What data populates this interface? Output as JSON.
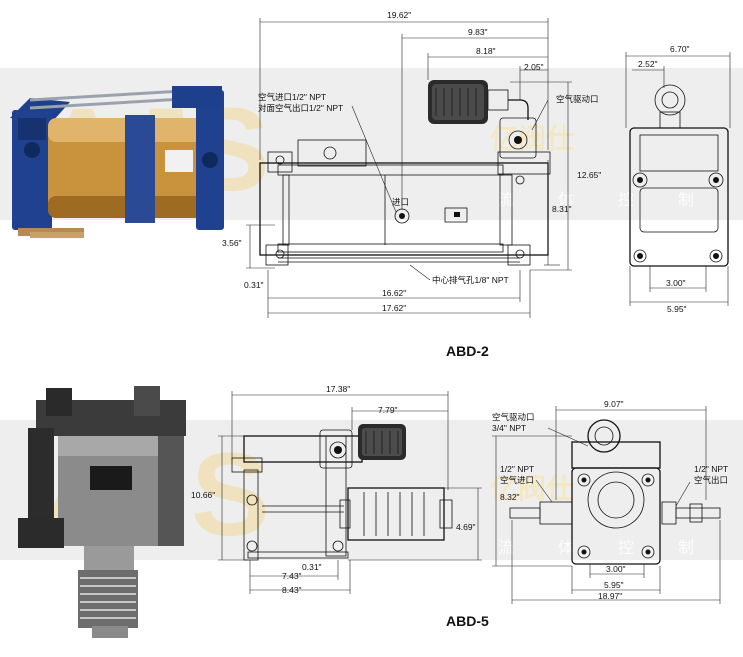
{
  "watermark": {
    "letters": "AJS",
    "brand_cn": "亿阀仕",
    "slogan_cn": [
      "流",
      "体",
      "控",
      "制"
    ]
  },
  "abd2": {
    "title": "ABD-2",
    "dims": {
      "overall_top": "19.62\"",
      "d983": "9.83\"",
      "d818": "8.18\"",
      "d205": "2.05\"",
      "d356": "3.56\"",
      "d031": "0.31\"",
      "d1662": "16.62\"",
      "d1762": "17.62\"",
      "d831": "8.31\"",
      "d1265": "12.65\"",
      "side_top": "6.70\"",
      "side_252": "2.52\"",
      "side_300": "3.00\"",
      "side_595": "5.95\""
    },
    "labels": {
      "air_inlet": "空气进口1/2\" NPT",
      "opposite_outlet": "对面空气出口1/2\" NPT",
      "air_drive": "空气驱动口",
      "inlet": "进口",
      "center_vent": "中心排气孔1/8\" NPT"
    }
  },
  "abd5": {
    "title": "ABD-5",
    "dims": {
      "overall_top": "17.38\"",
      "d779": "7.79\"",
      "d1066": "10.66\"",
      "d469": "4.69\"",
      "d031": "0.31\"",
      "d743": "7.43\"",
      "d843": "8.43\"",
      "side_907": "9.07\"",
      "side_832": "8.32\"",
      "side_300": "3.00\"",
      "side_595": "5.95\"",
      "side_1897": "18.97\""
    },
    "labels": {
      "air_drive": "空气驱动口",
      "air_drive_size": "3/4\" NPT",
      "left_npt": "1/2\" NPT",
      "left_inlet": "空气进口",
      "right_npt": "1/2\" NPT",
      "right_outlet": "空气出口"
    }
  }
}
